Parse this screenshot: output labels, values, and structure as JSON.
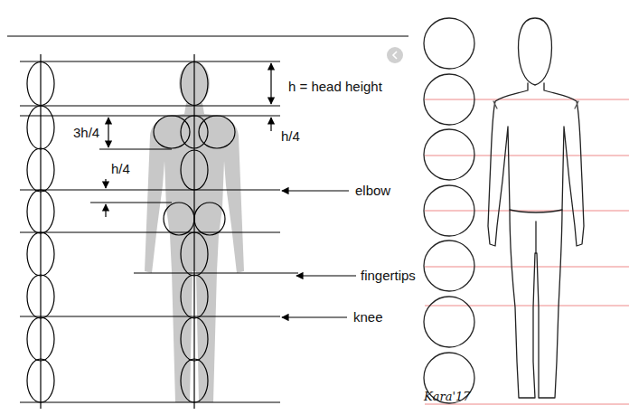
{
  "diagram": {
    "labels": [
      "h = head height",
      "h/4",
      "3h/4",
      "h/4",
      "elbow",
      "fingertips",
      "knee",
      "Kara'17"
    ]
  }
}
